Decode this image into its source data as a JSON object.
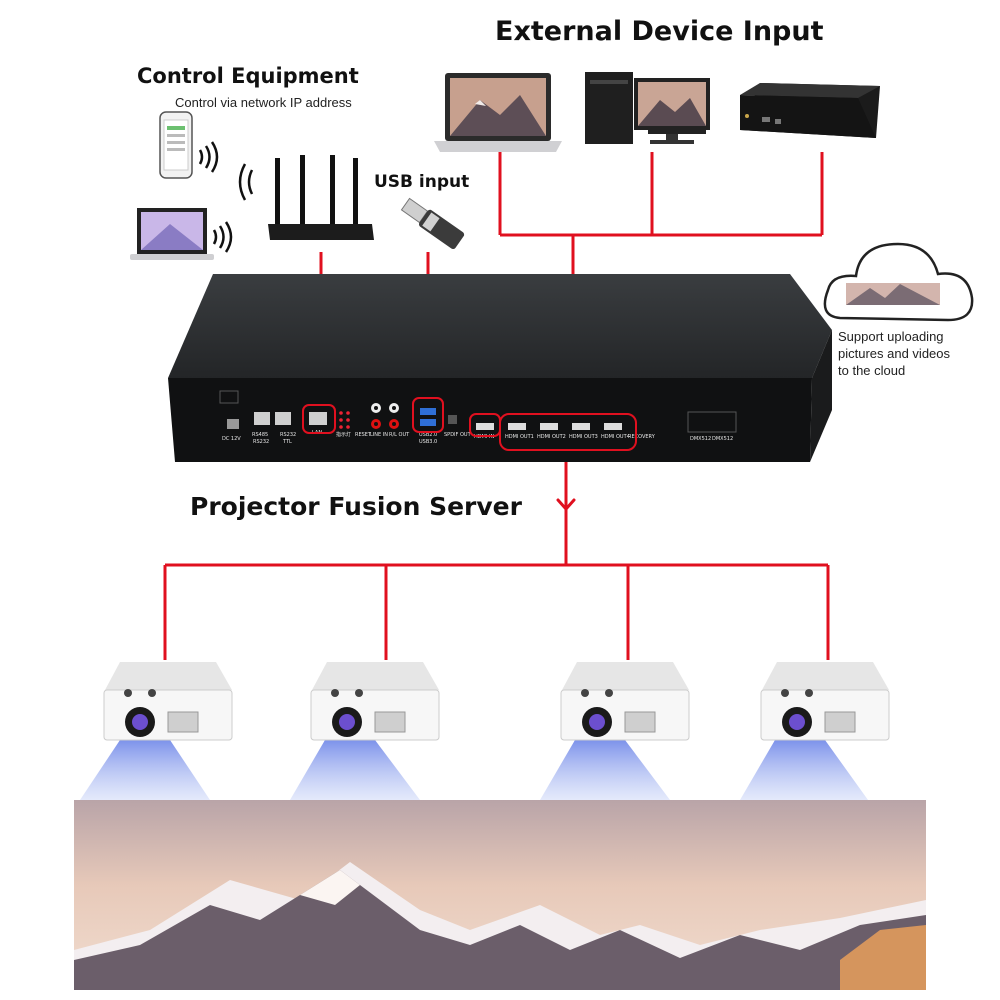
{
  "titles": {
    "external": "External Device Input",
    "control": "Control Equipment",
    "control_sub": "Control via network IP address",
    "usb": "USB input",
    "server": "Projector Fusion Server"
  },
  "cloud_note": [
    "Support uploading",
    "pictures and videos",
    "to the cloud"
  ],
  "ports": {
    "dc": "DC 12V",
    "rs485": "RS485",
    "rs232a": "RS232",
    "rs232b": "RS232",
    "ttl": "TTL",
    "lan": "LAN",
    "indicator": "指示灯",
    "reset": "RESET",
    "line_in": "LINE IN",
    "rl_out": "R/L OUT",
    "usb2": "USB2.0",
    "usb3": "USB3.0",
    "spdif": "SPDIF OUT",
    "hdmi_in": "HDMI IN",
    "hdmi_out1": "HDMI OUT1",
    "hdmi_out2": "HDMI OUT2",
    "hdmi_out3": "HDMI OUT3",
    "hdmi_out4": "HDMI OUT4",
    "recovery": "RECOVERY",
    "dmx1": "DMX512",
    "dmx2": "DMX512"
  },
  "colors": {
    "line": "#e0101f",
    "device": "#2a2c2e",
    "projector": "#f2f2f2"
  }
}
